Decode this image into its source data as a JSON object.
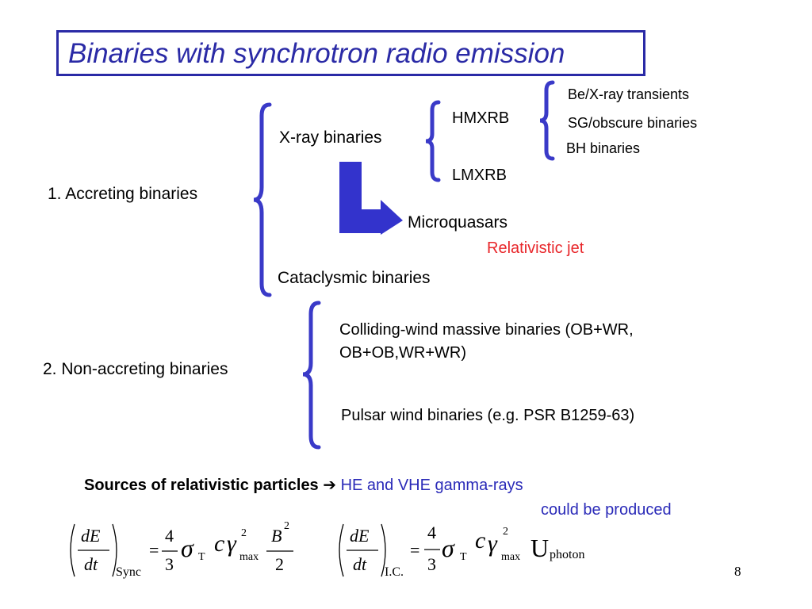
{
  "title": "Binaries with synchrotron radio emission",
  "accreting": {
    "label": "1. Accreting binaries",
    "xray": "X-ray binaries",
    "hmxrb": "HMXRB",
    "lmxrb": "LMXRB",
    "hmxrb_types": [
      "Be/X-ray transients",
      "SG/obscure binaries",
      "BH binaries"
    ],
    "microquasars": "Microquasars",
    "jet": "Relativistic jet",
    "cataclysmic": "Cataclysmic binaries"
  },
  "non_accreting": {
    "label": "2. Non-accreting binaries",
    "colliding_line1": "Colliding-wind massive binaries (OB+WR,",
    "colliding_line2": "OB+OB,WR+WR)",
    "pulsar": "Pulsar wind binaries (e.g. PSR B1259-63)"
  },
  "sources": {
    "bold": "Sources of relativistic particles",
    "arrow": "➔",
    "line1": "HE and VHE  gamma-rays",
    "line2": "could be produced"
  },
  "equations": {
    "sync": {
      "num": "dE",
      "den": "dt",
      "sub": "Sync",
      "eq": "=",
      "frac_num": "4",
      "frac_den": "3",
      "sigma": "σ",
      "sigma_sub": "T",
      "c": "c",
      "gamma": "γ",
      "gamma_sup": "2",
      "gamma_sub": "max",
      "b_num": "B",
      "b_sup": "2",
      "b_den": "2"
    },
    "ic": {
      "num": "dE",
      "den": "dt",
      "sub": "I.C.",
      "eq": "=",
      "frac_num": "4",
      "frac_den": "3",
      "sigma": "σ",
      "sigma_sub": "T",
      "c": "c",
      "gamma": "γ",
      "gamma_sup": "2",
      "gamma_sub": "max",
      "u": "U",
      "u_sub": "photon"
    }
  },
  "page_number": "8",
  "colors": {
    "title": "#2a2aa6",
    "brace": "#3a3ac8",
    "arrow": "#3333cc",
    "red": "#e8262a",
    "blue": "#2a2ab8"
  }
}
